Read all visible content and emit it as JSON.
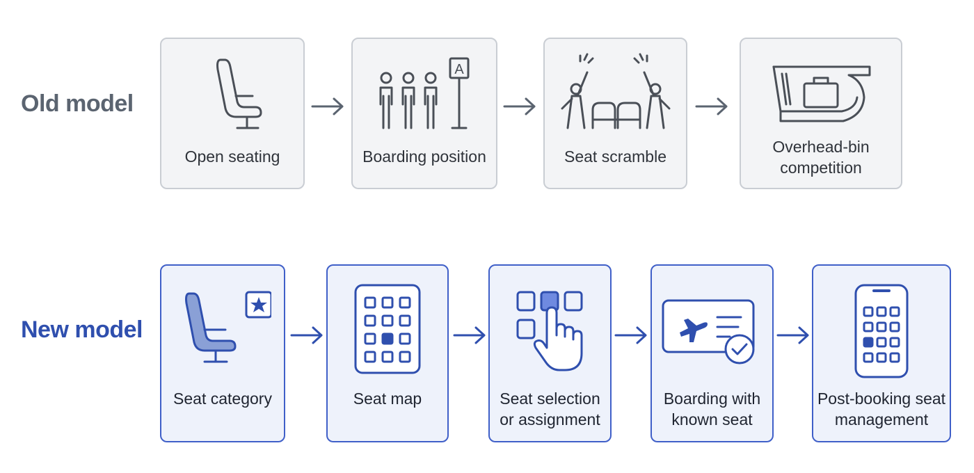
{
  "old_model": {
    "label": "Old model",
    "steps": [
      {
        "caption": "Open seating",
        "icon": "seat-icon"
      },
      {
        "caption": "Boarding position",
        "icon": "queue-sign-icon",
        "sign_letter": "A"
      },
      {
        "caption": "Seat scramble",
        "icon": "scramble-icon"
      },
      {
        "caption": "Overhead-bin competition",
        "icon": "overhead-bin-icon"
      }
    ]
  },
  "new_model": {
    "label": "New model",
    "steps": [
      {
        "caption": "Seat category",
        "icon": "premium-seat-icon"
      },
      {
        "caption": "Seat map",
        "icon": "seat-map-icon"
      },
      {
        "caption": "Seat selection or assignment",
        "icon": "tap-select-icon"
      },
      {
        "caption": "Boarding with known seat",
        "icon": "boarding-pass-icon"
      },
      {
        "caption": "Post-booking seat management",
        "icon": "phone-seat-icon"
      }
    ]
  },
  "colors": {
    "old_text": "#5b6470",
    "old_border": "#c9cdd3",
    "old_bg": "#f3f4f6",
    "new_text": "#2f4fae",
    "new_border": "#3f5fc8",
    "new_bg": "#eef2fb",
    "highlight": "#3f5fc8"
  }
}
